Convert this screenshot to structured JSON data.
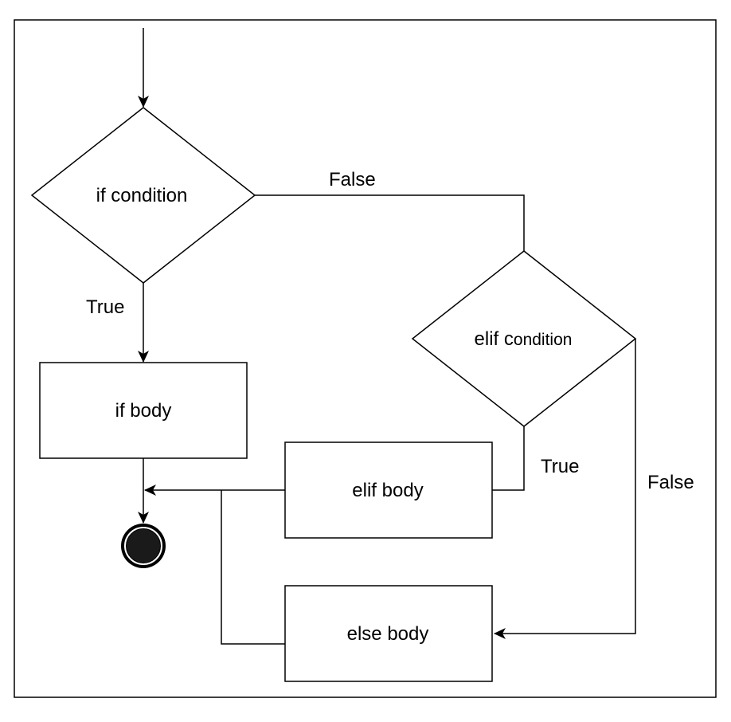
{
  "diagram": {
    "nodes": {
      "if_condition": "if condition",
      "if_body": "if body",
      "elif_condition_prefix": "elif c",
      "elif_condition_suffix": "ondition",
      "elif_body": "elif body",
      "else_body": "else body"
    },
    "edges": {
      "if_false": "False",
      "if_true": "True",
      "elif_true": "True",
      "elif_false": "False"
    },
    "colors": {
      "stroke": "#000000",
      "fill": "#ffffff",
      "end_node": "#1a1a1a"
    }
  }
}
